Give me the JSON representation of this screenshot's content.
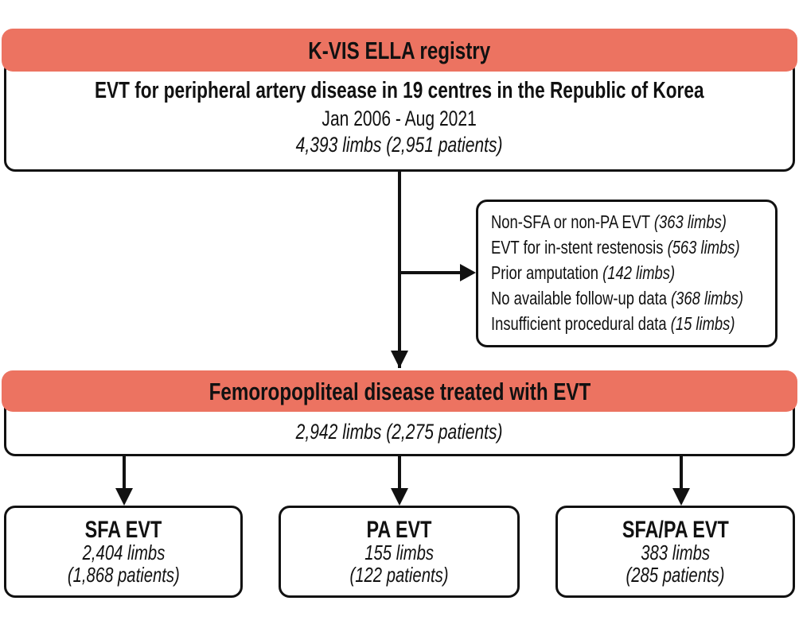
{
  "colors": {
    "band": "#EC7361",
    "stroke": "#111111",
    "background": "#FFFFFF"
  },
  "registry": {
    "band_title": "K-VIS ELLA registry",
    "line1": "EVT for peripheral artery disease in 19 centres in the Republic of Korea",
    "line2": "Jan 2006 - Aug 2021",
    "line3": "4,393 limbs (2,951 patients)"
  },
  "exclusions": {
    "rows": [
      {
        "label": "Non-SFA or non-PA EVT",
        "count": "(363 limbs)"
      },
      {
        "label": "EVT for in-stent restenosis",
        "count": "(563 limbs)"
      },
      {
        "label": "Prior amputation",
        "count": "(142 limbs)"
      },
      {
        "label": "No available follow-up data",
        "count": "(368 limbs)"
      },
      {
        "label": "Insufficient procedural data",
        "count": "(15 limbs)"
      }
    ]
  },
  "included": {
    "band_title": "Femoropopliteal disease treated with EVT",
    "subtitle": "2,942 limbs (2,275 patients)"
  },
  "groups": [
    {
      "title": "SFA EVT",
      "limbs": "2,404 limbs",
      "patients": "(1,868 patients)"
    },
    {
      "title": "PA EVT",
      "limbs": "155 limbs",
      "patients": "(122 patients)"
    },
    {
      "title": "SFA/PA EVT",
      "limbs": "383 limbs",
      "patients": "(285 patients)"
    }
  ]
}
